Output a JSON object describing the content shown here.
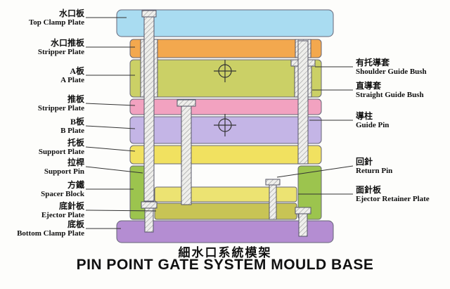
{
  "diagram_title": {
    "zh": "細水口系統模架",
    "en": "PIN POINT GATE SYSTEM MOULD BASE"
  },
  "left_labels": [
    {
      "zh": "水口板",
      "en": "Top Clamp Plate"
    },
    {
      "zh": "水口推板",
      "en": "Stripper Plate"
    },
    {
      "zh": "A板",
      "en": "A Plate"
    },
    {
      "zh": "推板",
      "en": "Stripper Plate"
    },
    {
      "zh": "B板",
      "en": "B Plate"
    },
    {
      "zh": "托板",
      "en": "Support Plate"
    },
    {
      "zh": "拉桿",
      "en": "Support Pin"
    },
    {
      "zh": "方鐵",
      "en": "Spacer Block"
    },
    {
      "zh": "底針板",
      "en": "Ejector Plate"
    },
    {
      "zh": "底板",
      "en": "Bottom Clamp Plate"
    }
  ],
  "right_labels": [
    {
      "zh": "有托導套",
      "en": "Shoulder Guide Bush"
    },
    {
      "zh": "直導套",
      "en": "Straight Guide Bush"
    },
    {
      "zh": "導柱",
      "en": "Guide Pin"
    },
    {
      "zh": "回針",
      "en": "Return Pin"
    },
    {
      "zh": "面針板",
      "en": "Ejector Retainer Plate"
    }
  ],
  "colors": {
    "top_clamp_plate": "#a9dcf1",
    "stripper_plate_upper": "#f3a84e",
    "a_plate": "#cbd066",
    "stripper_plate_lower": "#f2a2c0",
    "b_plate": "#c4b5e6",
    "support_plate": "#f1e160",
    "spacer_block": "#9cc44e",
    "ejector_retainer_plate": "#ece372",
    "ejector_plate": "#c8c455",
    "bottom_clamp_plate": "#b48dd2"
  }
}
